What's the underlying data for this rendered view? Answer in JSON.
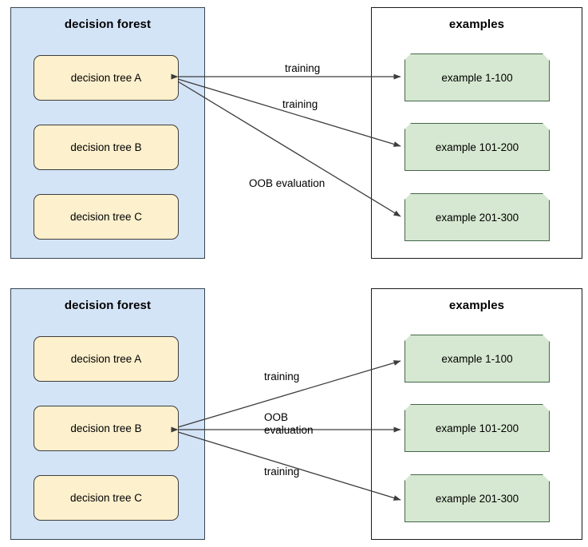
{
  "diagram": {
    "title_forest": "decision forest",
    "title_examples": "examples",
    "trees": [
      "decision tree A",
      "decision tree B",
      "decision tree C"
    ],
    "examples": [
      "example 1-100",
      "example 101-200",
      "example 201-300"
    ],
    "colors": {
      "forest_fill": "#d4e4f7",
      "forest_stroke": "#36454f",
      "tree_fill": "#fdf0cd",
      "tree_stroke": "#3d3d3d",
      "example_fill": "#d6e8d1",
      "example_stroke": "#44664a",
      "examples_stroke": "#1a1a1a",
      "edge_stroke": "#3c3c3c"
    }
  },
  "panels": [
    {
      "id": "panel-tree-a",
      "source_tree": "decision tree A",
      "forest_title": "decision forest",
      "examples_title": "examples",
      "trees": [
        "decision tree A",
        "decision tree B",
        "decision tree C"
      ],
      "examples": [
        "example 1-100",
        "example 101-200",
        "example 201-300"
      ],
      "edges": [
        {
          "from": "decision tree A",
          "to": "example 1-100",
          "label": "training"
        },
        {
          "from": "decision tree A",
          "to": "example 101-200",
          "label": "training"
        },
        {
          "from": "decision tree A",
          "to": "example 201-300",
          "label": "OOB evaluation"
        }
      ]
    },
    {
      "id": "panel-tree-b",
      "source_tree": "decision tree B",
      "forest_title": "decision forest",
      "examples_title": "examples",
      "trees": [
        "decision tree A",
        "decision tree B",
        "decision tree C"
      ],
      "examples": [
        "example 1-100",
        "example 101-200",
        "example 201-300"
      ],
      "edges": [
        {
          "from": "decision tree B",
          "to": "example 1-100",
          "label": "training"
        },
        {
          "from": "decision tree B",
          "to": "example 101-200",
          "label": "OOB\nevaluation"
        },
        {
          "from": "decision tree B",
          "to": "example 201-300",
          "label": "training"
        }
      ]
    }
  ]
}
